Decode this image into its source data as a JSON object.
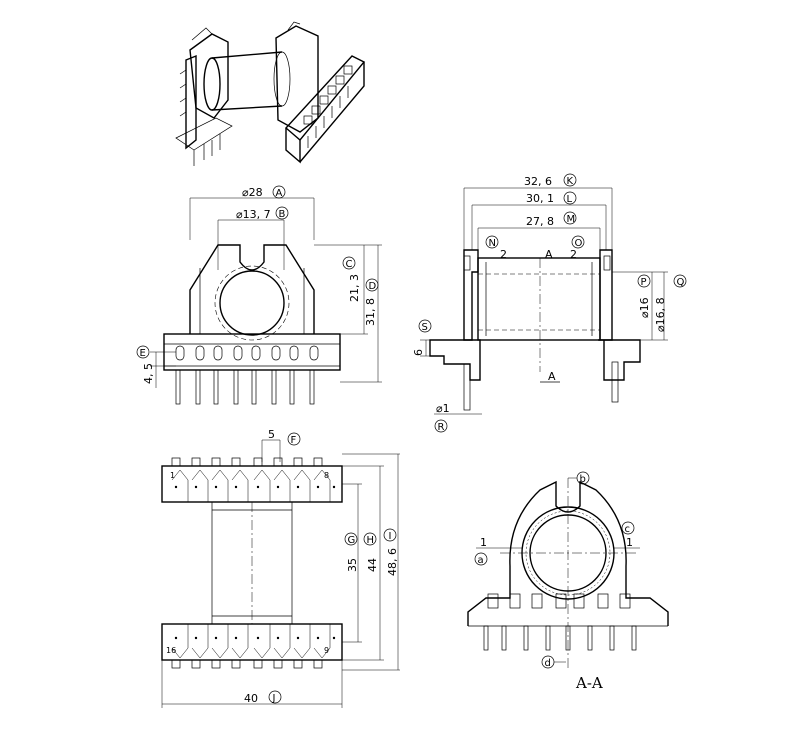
{
  "views": {
    "front": {
      "dims": {
        "A": "⌀28",
        "B": "⌀13, 7",
        "C_val": "21, 3",
        "D_val": "31, 8",
        "E_val": "4, 5"
      },
      "markers": [
        "A",
        "B",
        "C",
        "D",
        "E"
      ]
    },
    "side": {
      "dims": {
        "K": "32, 6",
        "L": "30, 1",
        "M": "27, 8",
        "N_val": "2",
        "O_val": "2",
        "P_val": "⌀16",
        "Q_val": "⌀16, 8",
        "S_val": "6",
        "R_val": "⌀1",
        "section_top": "A",
        "section_bottom": "A"
      },
      "markers": [
        "K",
        "L",
        "M",
        "N",
        "O",
        "P",
        "Q",
        "S",
        "R"
      ]
    },
    "top": {
      "dims": {
        "F_val": "5",
        "G_val": "35",
        "H_val": "44",
        "I_val": "48, 6",
        "J_val": "40"
      },
      "pins": {
        "tl": "1",
        "tr": "8",
        "bl": "16",
        "br": "9"
      },
      "markers": [
        "F",
        "G",
        "H",
        "I",
        "J"
      ]
    },
    "section": {
      "dims": {
        "a_val": "1",
        "c_val": "1"
      },
      "markers": [
        "a",
        "b",
        "c",
        "d"
      ],
      "caption": "A-A"
    }
  }
}
